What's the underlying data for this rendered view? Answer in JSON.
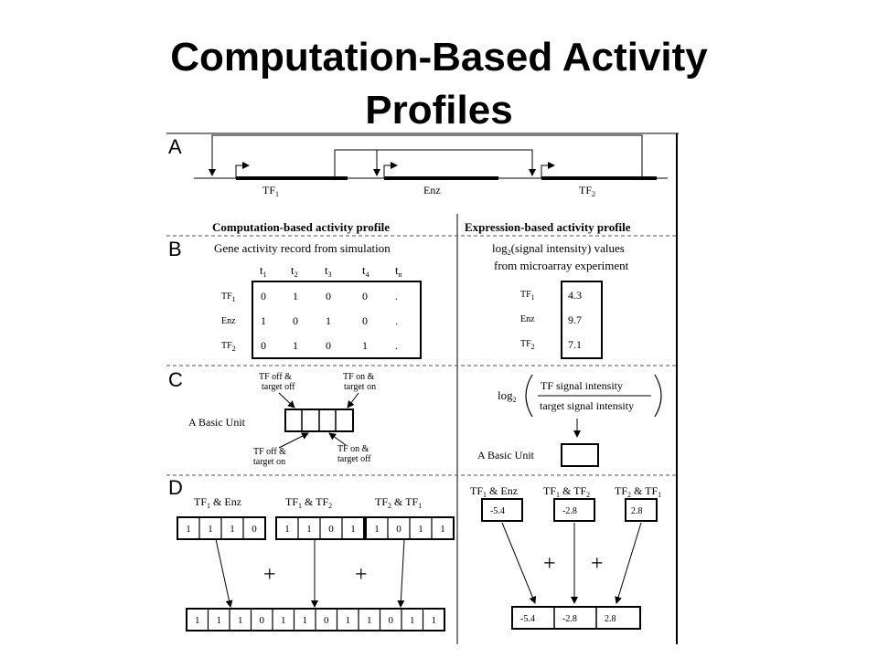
{
  "title": {
    "line1": "Computation-Based Activity",
    "line2": "Profiles"
  },
  "panels": {
    "a": "A",
    "b": "B",
    "c": "C",
    "d": "D"
  },
  "panel_a": {
    "genes": [
      {
        "base": "TF",
        "sub": "1"
      },
      {
        "base": "Enz",
        "sub": ""
      },
      {
        "base": "TF",
        "sub": "2"
      }
    ]
  },
  "left": {
    "header": "Computation-based activity profile",
    "b_caption": "Gene activity record from simulation",
    "time_headers": [
      {
        "base": "t",
        "sub": "1"
      },
      {
        "base": "t",
        "sub": "2"
      },
      {
        "base": "t",
        "sub": "3"
      },
      {
        "base": "t",
        "sub": "4"
      },
      {
        "base": "t",
        "sub": "n"
      }
    ],
    "row_labels": [
      {
        "base": "TF",
        "sub": "1"
      },
      {
        "base": "Enz",
        "sub": ""
      },
      {
        "base": "TF",
        "sub": "2"
      }
    ],
    "matrix": [
      [
        "0",
        "1",
        "0",
        "0",
        "."
      ],
      [
        "1",
        "0",
        "1",
        "0",
        "."
      ],
      [
        "0",
        "1",
        "0",
        "1",
        "."
      ]
    ],
    "c_label": "A Basic Unit",
    "annot_tl": [
      "TF off &",
      "target off"
    ],
    "annot_tr": [
      "TF on &",
      "target on"
    ],
    "annot_bl": [
      "TF off &",
      "target on"
    ],
    "annot_br": [
      "TF on &",
      "target off"
    ],
    "d_groups": [
      {
        "p1": "TF",
        "s1": "1",
        "amp": " & ",
        "p2": "Enz",
        "s2": "",
        "bits": [
          "1",
          "1",
          "1",
          "0"
        ]
      },
      {
        "p1": "TF",
        "s1": "1",
        "amp": " & ",
        "p2": "TF",
        "s2": "2",
        "bits": [
          "1",
          "1",
          "0",
          "1"
        ]
      },
      {
        "p1": "TF",
        "s1": "2",
        "amp": " & ",
        "p2": "TF",
        "s2": "1",
        "bits": [
          "1",
          "0",
          "1",
          "1"
        ]
      }
    ],
    "plus": "+",
    "combined": [
      "1",
      "1",
      "1",
      "0",
      "1",
      "1",
      "0",
      "1",
      "1",
      "0",
      "1",
      "1"
    ]
  },
  "right": {
    "header": "Expression-based activity profile",
    "b_caption_prefix": "log",
    "b_caption_sub": "2",
    "b_caption_rest": "(signal intensity) values",
    "b_caption2": "from microarray experiment",
    "row_labels": [
      {
        "base": "TF",
        "sub": "1"
      },
      {
        "base": "Enz",
        "sub": ""
      },
      {
        "base": "TF",
        "sub": "2"
      }
    ],
    "values": [
      "4.3",
      "9.7",
      "7.1"
    ],
    "log_label": "log",
    "log_sub": "2",
    "numerator": "TF signal intensity",
    "denominator": "target signal intensity",
    "c_label": "A Basic Unit",
    "d_groups": [
      {
        "p1": "TF",
        "s1": "1",
        "amp": " & ",
        "p2": "Enz",
        "s2": "",
        "value": "-5.4"
      },
      {
        "p1": "TF",
        "s1": "1",
        "amp": " & ",
        "p2": "TF",
        "s2": "2",
        "value": "-2.8"
      },
      {
        "p1": "TF",
        "s1": "2",
        "amp": " & ",
        "p2": "TF",
        "s2": "1",
        "value": "2.8"
      }
    ],
    "plus": "+",
    "combined": [
      "-5.4",
      "-2.8",
      "2.8"
    ]
  }
}
